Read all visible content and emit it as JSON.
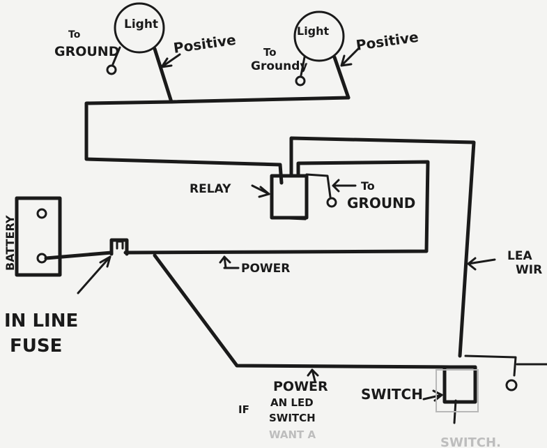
{
  "labels": {
    "light_left": "Light",
    "light_right": "Light",
    "to_ground_left_1": "To",
    "to_ground_left_2": "GROUND",
    "to_ground_right_1": "To",
    "to_ground_right_2": "Groundy",
    "positive_left": "Positive",
    "positive_right": "Positive",
    "relay": "RELAY",
    "relay_to": "To",
    "relay_ground": "GROUND",
    "battery": "BATTERY",
    "in_line": "IN LINE",
    "fuse": "FUSE",
    "power_mid": "POWER",
    "power_bottom": "POWER",
    "lead_1": "LEA",
    "lead_2": "WIR",
    "switch": "SWITCH",
    "note_1": "IF",
    "note_2": "AN LED",
    "note_3": "SWITCH",
    "note_4": "WANT A",
    "faint_switch": "SWITCH."
  },
  "colors": {
    "ink": "#1a1a1a",
    "paper": "#f4f4f2",
    "faint": "#bdbdbd"
  }
}
